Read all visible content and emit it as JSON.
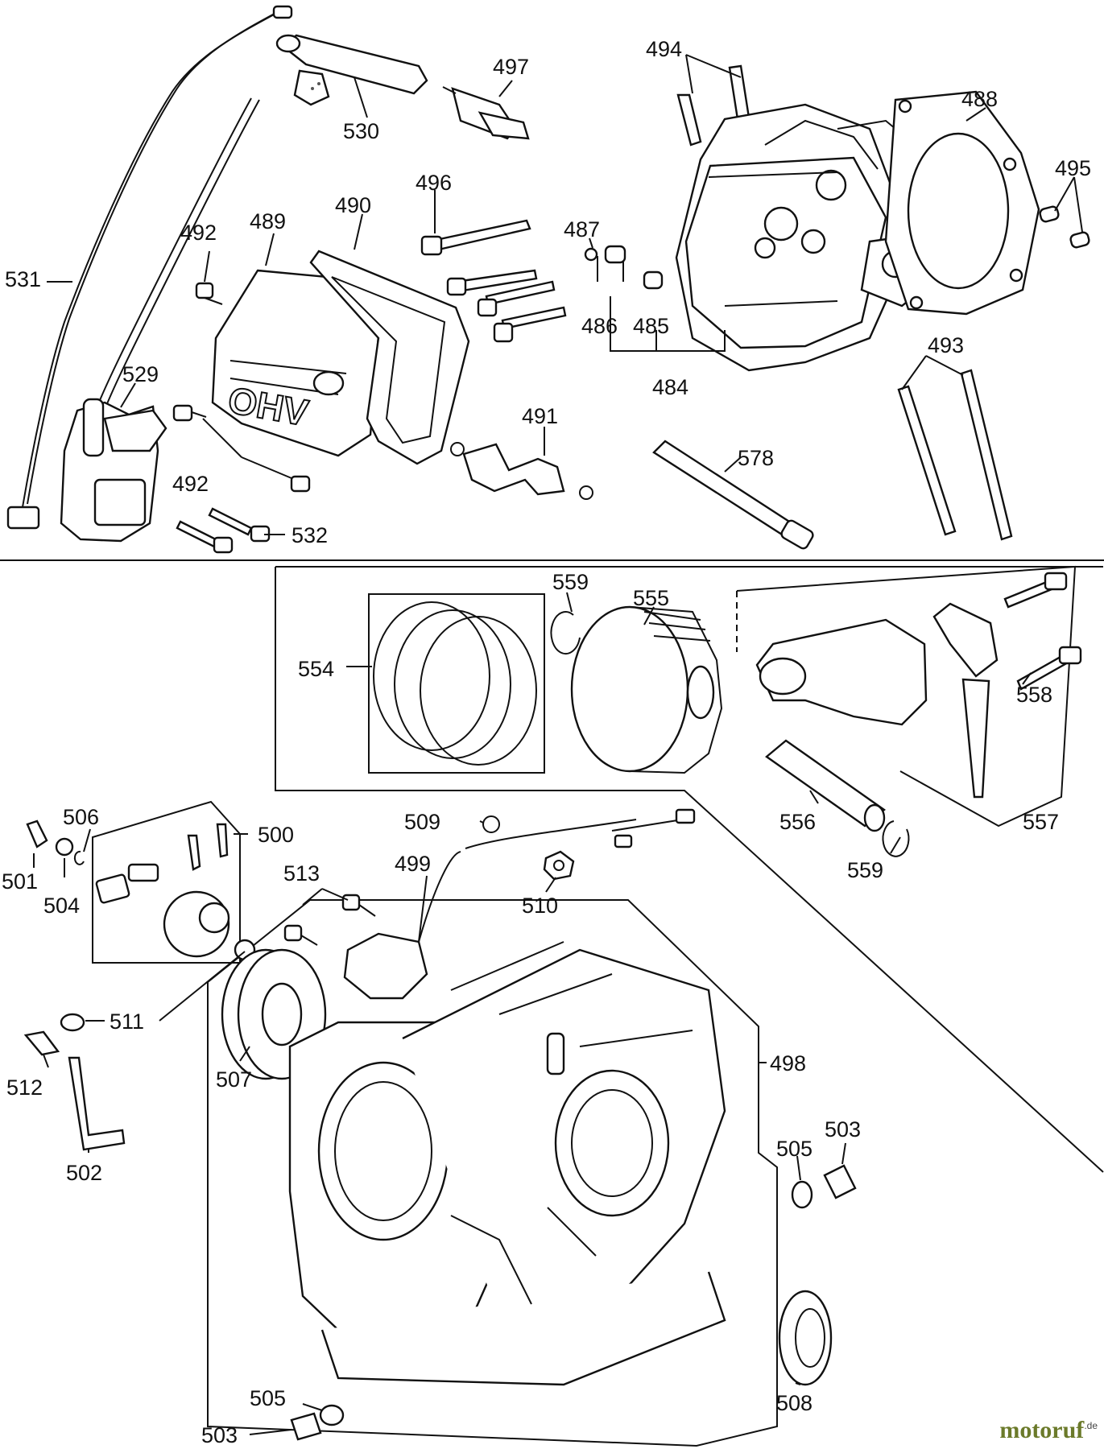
{
  "labels": {
    "l531": "531",
    "l530": "530",
    "l497": "497",
    "l494": "494",
    "l488": "488",
    "l495": "495",
    "l496": "496",
    "l492a": "492",
    "l489": "489",
    "l490": "490",
    "l487": "487",
    "l486": "486",
    "l485": "485",
    "l484": "484",
    "l493": "493",
    "l529": "529",
    "l491": "491",
    "l578": "578",
    "l492b": "492",
    "l532": "532",
    "l559a": "559",
    "l555": "555",
    "l554": "554",
    "l558": "558",
    "l556": "556",
    "l557": "557",
    "l559b": "559",
    "l506": "506",
    "l500": "500",
    "l501": "501",
    "l504": "504",
    "l509": "509",
    "l513": "513",
    "l499": "499",
    "l510": "510",
    "l511": "511",
    "l507": "507",
    "l498": "498",
    "l512": "512",
    "l502": "502",
    "l505a": "505",
    "l503a": "503",
    "l508": "508",
    "l505b": "505",
    "l503b": "503"
  },
  "cover_text": "OHV",
  "watermark": {
    "brand": "motoruf",
    "suffix": ".de"
  }
}
